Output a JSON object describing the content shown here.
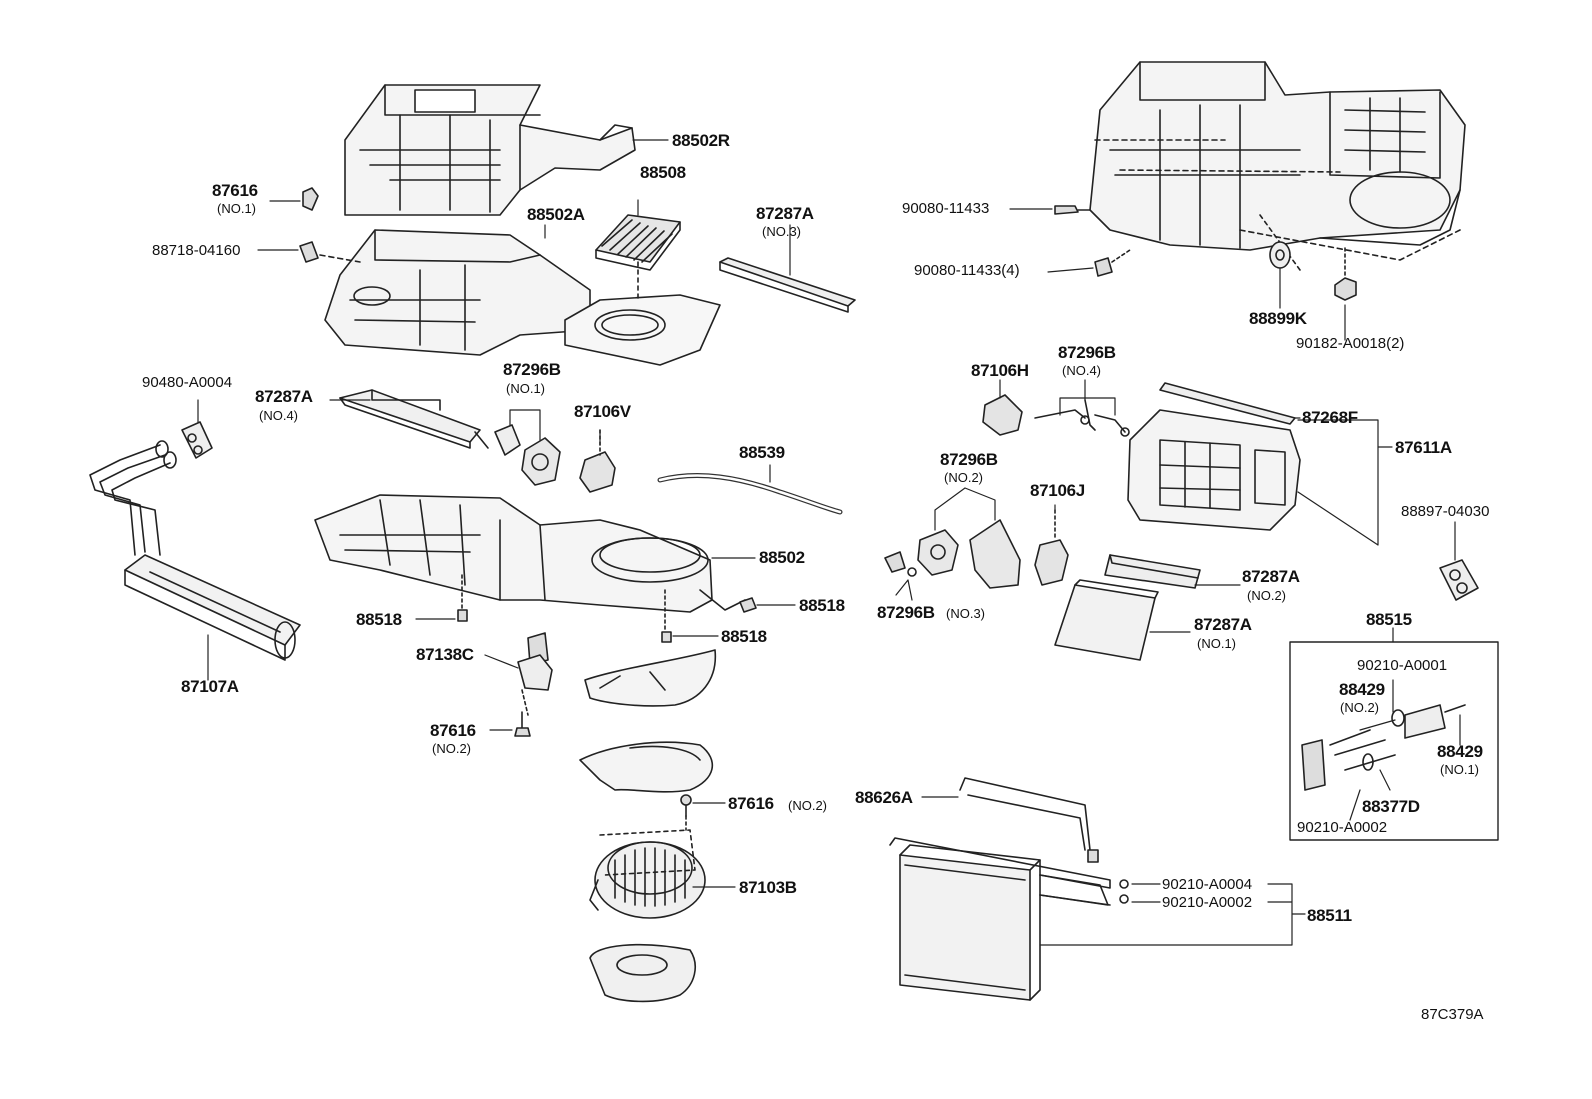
{
  "diagram_ref": "87C379A",
  "labels": {
    "p88502R": "88502R",
    "p88508": "88508",
    "p87616_a": "87616",
    "p87616_a_sub": "(NO.1)",
    "p88502A": "88502A",
    "p87287A_top": "87287A",
    "p87287A_top_sub": "(NO.3)",
    "p88718": "88718-04160",
    "p90480": "90480-A0004",
    "p87287A_no4": "87287A",
    "p87287A_no4_sub": "(NO.4)",
    "p87296B_no1": "87296B",
    "p87296B_no1_sub": "(NO.1)",
    "p87106V": "87106V",
    "p88539": "88539",
    "p88502": "88502",
    "p88518_a": "88518",
    "p88518_b": "88518",
    "p88518_c": "88518",
    "p87138C": "87138C",
    "p87107A": "87107A",
    "p87616_b": "87616",
    "p87616_b_sub": "(NO.2)",
    "p87616_c": "87616",
    "p87616_c_sub": "(NO.2)",
    "p87103B": "87103B",
    "p90080_a": "90080-11433",
    "p90080_b": "90080-11433(4)",
    "p88899K": "88899K",
    "p90182": "90182-A0018(2)",
    "p87106H": "87106H",
    "p87296B_no4": "87296B",
    "p87296B_no4_sub": "(NO.4)",
    "p87268F": "87268F",
    "p87611A": "87611A",
    "p87296B_no2": "87296B",
    "p87296B_no2_sub": "(NO.2)",
    "p87106J": "87106J",
    "p88897": "88897-04030",
    "p87287A_no2": "87287A",
    "p87287A_no2_sub": "(NO.2)",
    "p87296B_no3": "87296B",
    "p87296B_no3_sub": "(NO.3)",
    "p87287A_no1": "87287A",
    "p87287A_no1_sub": "(NO.1)",
    "p88515": "88515",
    "p90210_A0001": "90210-A0001",
    "p88429_no2": "88429",
    "p88429_no2_sub": "(NO.2)",
    "p88429_no1": "88429",
    "p88429_no1_sub": "(NO.1)",
    "p88377D": "88377D",
    "p90210_A0002_box": "90210-A0002",
    "p88626A": "88626A",
    "p90210_A0004": "90210-A0004",
    "p90210_A0002": "90210-A0002",
    "p88511": "88511"
  }
}
